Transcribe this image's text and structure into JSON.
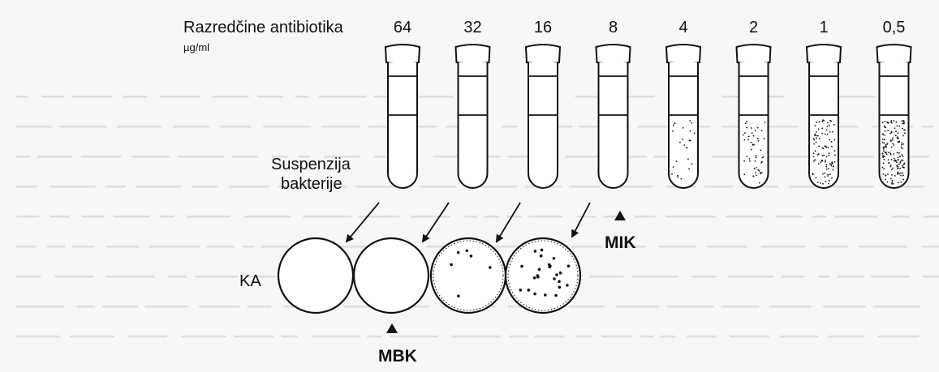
{
  "header": {
    "title": "Razredčine antibiotika",
    "unit": "µg/ml"
  },
  "tubes": [
    {
      "concentration": "64",
      "turbidity": 0
    },
    {
      "concentration": "32",
      "turbidity": 0
    },
    {
      "concentration": "16",
      "turbidity": 0
    },
    {
      "concentration": "8",
      "turbidity": 0
    },
    {
      "concentration": "4",
      "turbidity": 0.15
    },
    {
      "concentration": "2",
      "turbidity": 0.3
    },
    {
      "concentration": "1",
      "turbidity": 0.6
    },
    {
      "concentration": "0,5",
      "turbidity": 1.0
    }
  ],
  "labels": {
    "suspension_line1": "Suspenzija",
    "suspension_line2": "bakterije",
    "plate_label": "KA",
    "mik": "MIK",
    "mbk": "MBK"
  },
  "plates": [
    {
      "colonies": 0
    },
    {
      "colonies": 0
    },
    {
      "colonies": 6
    },
    {
      "colonies": 24
    }
  ],
  "colors": {
    "ink": "#111111",
    "paper": "#ffffff",
    "background_text": "#d8d8d8"
  }
}
